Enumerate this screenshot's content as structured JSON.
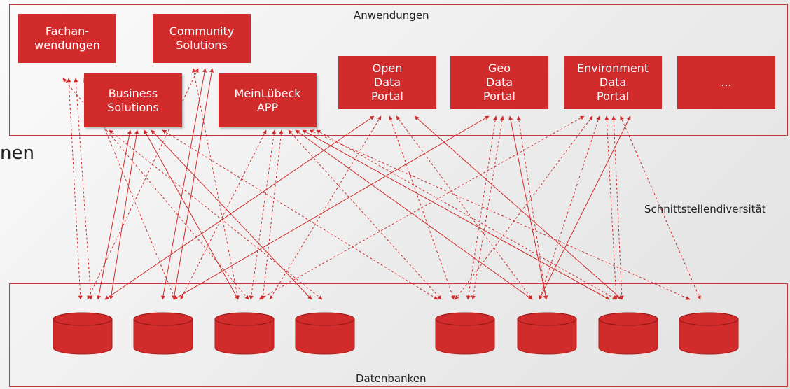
{
  "edge_text": "nen",
  "applications": {
    "title": "Anwendungen",
    "boxes": [
      {
        "id": "fachanwendungen",
        "label": "Fachan-\nwendungen"
      },
      {
        "id": "community",
        "label": "Community\nSolutions"
      },
      {
        "id": "business",
        "label": "Business\nSolutions"
      },
      {
        "id": "meinluebeck",
        "label": "MeinLübeck\nAPP"
      },
      {
        "id": "open",
        "label": "Open\nData\nPortal"
      },
      {
        "id": "geo",
        "label": "Geo\nData\nPortal"
      },
      {
        "id": "environment",
        "label": "Environment\nData\nPortal"
      },
      {
        "id": "more",
        "label": "..."
      }
    ]
  },
  "interface_label": "Schnittstellendiversität",
  "databases": {
    "title": "Datenbanken",
    "count": 8
  },
  "colors": {
    "accent": "#d22b2b",
    "frame": "#c03a3a"
  }
}
